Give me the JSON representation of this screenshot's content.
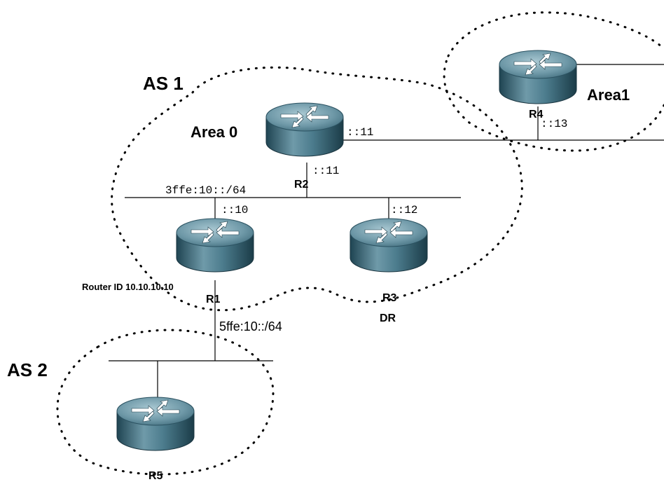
{
  "as_labels": {
    "as1": "AS 1",
    "as2": "AS 2"
  },
  "area_labels": {
    "area0": "Area 0",
    "area1": "Area1"
  },
  "routers": {
    "r1": {
      "name": "R1",
      "router_id": "Router ID 10.10.10.10"
    },
    "r2": {
      "name": "R2"
    },
    "r3": {
      "name": "R3",
      "role": "DR"
    },
    "r4": {
      "name": "R4"
    },
    "r5": {
      "name": "R5"
    }
  },
  "networks": {
    "net_3ffe": "3ffe:10::/64",
    "net_5ffe": "5ffe:10::/64"
  },
  "interfaces": {
    "r1_upper": "::10",
    "r2_lower": "::11",
    "r2_right": "::11",
    "r3_upper": "::12",
    "r4_lower": "::13"
  },
  "colors": {
    "router_top": "#4a7a8c",
    "router_body": "#3e6d7e",
    "line": "#000000"
  },
  "icons": {
    "router": "router-icon"
  }
}
